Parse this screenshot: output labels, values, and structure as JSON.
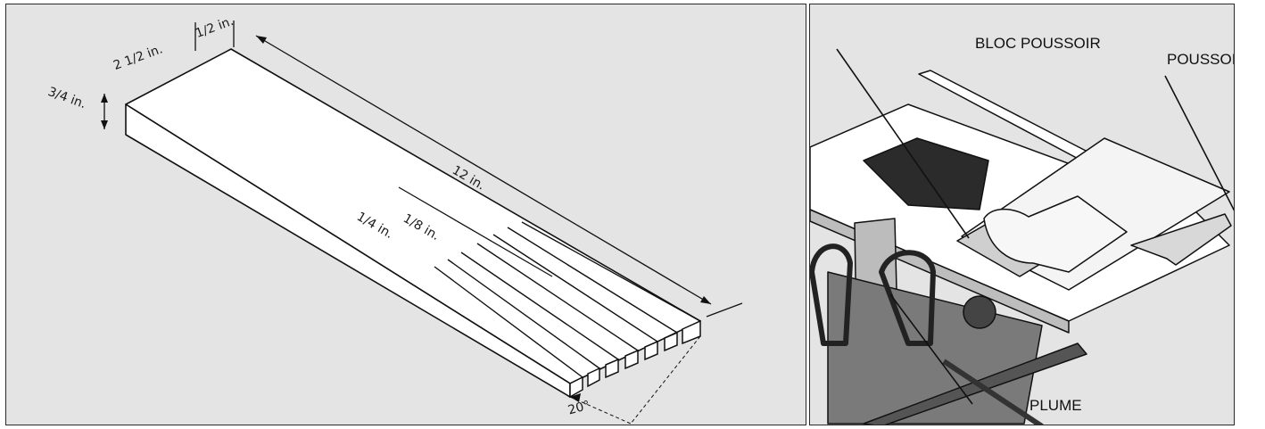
{
  "left_diagram": {
    "dimensions": {
      "width": "2 1/2 in.",
      "thickness": "3/4 in.",
      "top_offset": "1/2 in.",
      "length": "12 in.",
      "finger_width": "1/8 in.",
      "finger_spacing": "1/4 in.",
      "angle": "20°"
    }
  },
  "right_diagram": {
    "labels": {
      "push_block": "BLOC POUSSOIR",
      "push_stick": "POUSSOIR",
      "feather": "PLUME"
    }
  }
}
